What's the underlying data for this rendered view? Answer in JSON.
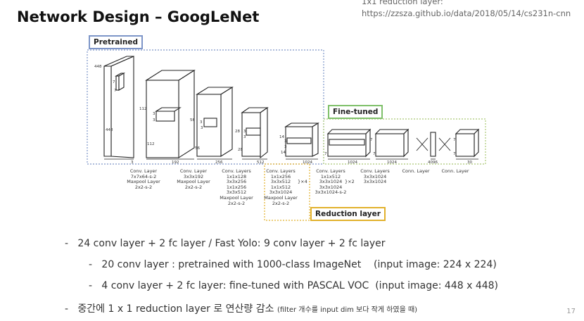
{
  "slide": {
    "title": "Network Design – GoogLeNet",
    "source_line1": "1x1 reduction layer:",
    "source_line2": "https://zzsza.github.io/data/2018/05/14/cs231n-cnn",
    "page_number": "17"
  },
  "diagram": {
    "tags": {
      "pretrained": "Pretrained",
      "finetuned": "Fine-tuned",
      "reduction": "Reduction layer"
    },
    "groups": [
      {
        "name": "Conv. Layer",
        "lines": [
          "7x7x64-s-2",
          "Maxpool Layer",
          "2x2-s-2"
        ]
      },
      {
        "name": "Conv. Layer",
        "lines": [
          "3x3x192",
          "Maxpool Layer",
          "2x2-s-2"
        ]
      },
      {
        "name": "Conv. Layers",
        "lines": [
          "1x1x128",
          "3x3x256",
          "1x1x256",
          "3x3x512",
          "Maxpool Layer",
          "2x2-s-2"
        ]
      },
      {
        "name": "Conv. Layers",
        "lines": [
          "1x1x256",
          "3x3x512",
          "1x1x512",
          "3x3x1024",
          "Maxpool Layer",
          "2x2-s-2"
        ],
        "repeat": "}×4"
      },
      {
        "name": "Conv. Layers",
        "lines": [
          "1x1x512",
          "3x3x1024",
          "3x3x1024",
          "3x3x1024-s-2"
        ],
        "repeat": "}×2"
      },
      {
        "name": "Conv. Layers",
        "lines": [
          "3x3x1024",
          "3x3x1024"
        ]
      },
      {
        "name": "Conn. Layer",
        "lines": []
      },
      {
        "name": "Conn. Layer",
        "lines": []
      }
    ],
    "dims": {
      "in_h": "448",
      "in_w": "448",
      "in_d": "3",
      "k1": "7",
      "k1b": "7",
      "b1_h": "112",
      "b1_w": "112",
      "b1_d": "192",
      "k2": "3",
      "k2b": "3",
      "b2_h": "56",
      "b2_w": "56",
      "b2_d": "256",
      "k3": "3",
      "k3b": "3",
      "b3_h": "28",
      "b3_w": "28",
      "b3_d": "512",
      "k4": "3",
      "k4b": "3",
      "b4_h": "14",
      "b4_w": "14",
      "b4_d": "1024",
      "k5": "3",
      "k5b": "3",
      "b5_h": "7",
      "b5_w": "7",
      "b5_d": "1024",
      "b6_h": "7",
      "b6_w": "7",
      "b6_d": "1024",
      "fc_d": "4096",
      "out_h": "7",
      "out_w": "7",
      "out_d": "30"
    }
  },
  "bullets": [
    {
      "marker": "-",
      "text": "24 conv layer + 2 fc layer / Fast Yolo: 9 conv layer + 2 fc layer"
    },
    {
      "marker": "-",
      "text": "20 conv layer : pretrained with 1000-class ImageNet    (input image: 224 x 224)"
    },
    {
      "marker": "-",
      "text": "4 conv layer + 2 fc layer: fine-tuned with PASCAL VOC  (input image: 448 x 448)"
    },
    {
      "marker": "-",
      "text": "중간에 1 x 1 reduction layer 로 연산량 감소",
      "note": "(filter 개수를 input dim 보다 작게 하였을 때)"
    }
  ]
}
